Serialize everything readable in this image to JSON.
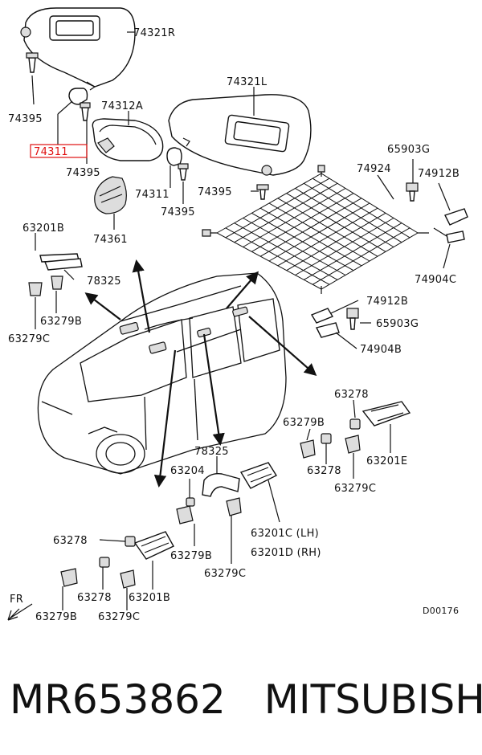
{
  "callouts": {
    "c74321R": "74321R",
    "c74395a": "74395",
    "c74311a": "74311",
    "c74395b": "74395",
    "c74312A": "74312A",
    "c74321L": "74321L",
    "c74311b": "74311",
    "c74395c": "74395",
    "c74395d": "74395",
    "c74361": "74361",
    "c65903Ga": "65903G",
    "c74924": "74924",
    "c74912Ba": "74912B",
    "c74904Ca": "74904C",
    "c63201B_top": "63201B",
    "c78325a": "78325",
    "c63279Ba": "63279B",
    "c63279Ca": "63279C",
    "c74912Bb": "74912B",
    "c65903Gb": "65903G",
    "c74904Bb": "74904B",
    "c63278a": "63278",
    "c63279Bb": "63279B",
    "c63201E": "63201E",
    "c63278b": "63278",
    "c63279Cb": "63279C",
    "c78325b": "78325",
    "c63204": "63204",
    "c63201C": "63201C (LH)",
    "c63201D": "63201D (RH)",
    "c63279Bc": "63279B",
    "c63279Cc": "63279C",
    "c63278c": "63278",
    "c63278d": "63278",
    "c63201B_bot": "63201B",
    "c63279Bd": "63279B",
    "c63279Cd": "63279C",
    "fr": "FR",
    "code": "D00176"
  },
  "footer": {
    "part_number": "MR653862",
    "brand": "MITSUBISHI"
  },
  "colors": {
    "highlight": "#e01010",
    "ink": "#111111"
  }
}
